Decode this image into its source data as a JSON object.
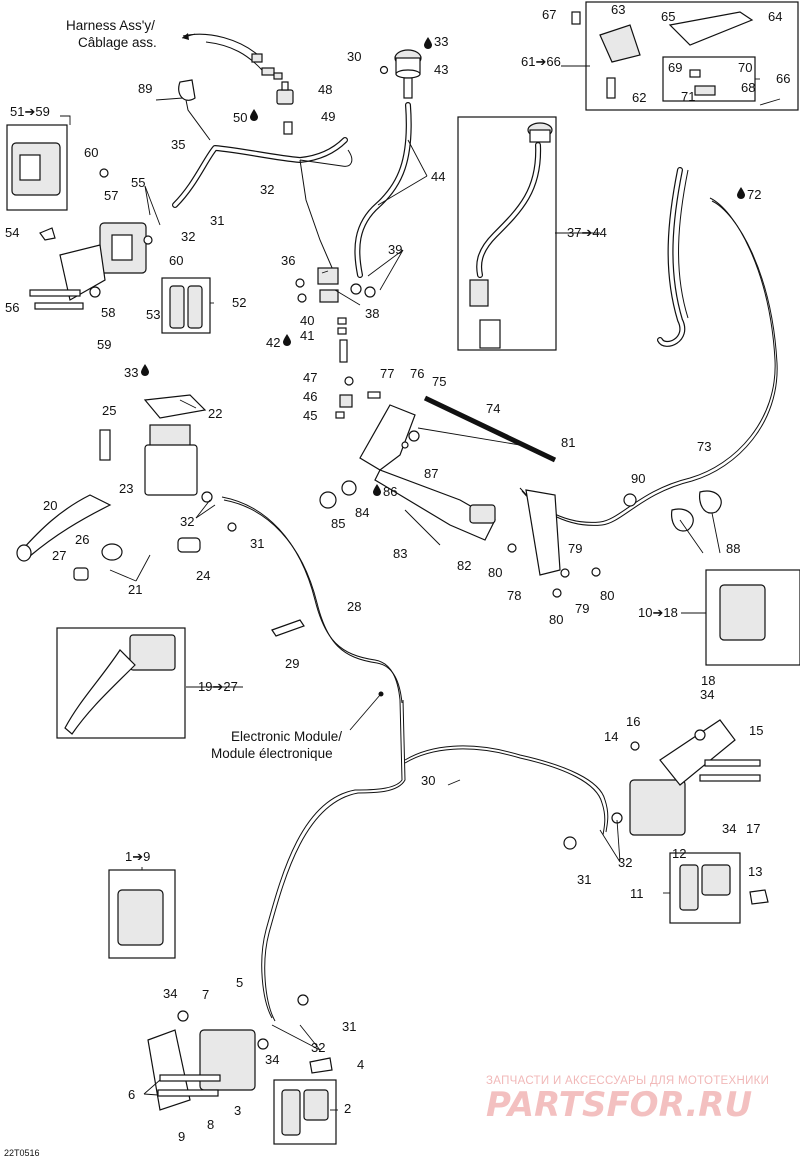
{
  "figure_code": "22T0516",
  "captions": {
    "harness_line1": "Harness Ass'y/",
    "harness_line2": "Câblage ass.",
    "module_line1": "Electronic Module/",
    "module_line2": "Module électronique"
  },
  "ranges": {
    "r51_59": "51➔59",
    "r61_66": "61➔66",
    "r37_44": "37➔44",
    "r10_18": "10➔18",
    "r19_27": "19➔27",
    "r1_9": "1➔9"
  },
  "glued_callouts": {
    "c33a": "33",
    "c50": "50",
    "c42": "42",
    "c33b": "33",
    "c86": "86",
    "c72": "72"
  },
  "callouts": {
    "n2": "2",
    "n3": "3",
    "n4": "4",
    "n5": "5",
    "n6": "6",
    "n7": "7",
    "n8": "8",
    "n9": "9",
    "n11": "11",
    "n12": "12",
    "n13": "13",
    "n14": "14",
    "n15": "15",
    "n16": "16",
    "n17": "17",
    "n18": "18",
    "n20": "20",
    "n21": "21",
    "n22": "22",
    "n23": "23",
    "n24": "24",
    "n25": "25",
    "n26": "26",
    "n27": "27",
    "n28": "28",
    "n29": "29",
    "n30a": "30",
    "n30b": "30",
    "n31a": "31",
    "n31b": "31",
    "n31c": "31",
    "n31d": "31",
    "n32a": "32",
    "n32b": "32",
    "n32c": "32",
    "n32d": "32",
    "n32e": "32",
    "n34a": "34",
    "n34b": "34",
    "n34c": "34",
    "n34d": "34",
    "n35": "35",
    "n36": "36",
    "n38": "38",
    "n39": "39",
    "n40": "40",
    "n41": "41",
    "n43": "43",
    "n44": "44",
    "n45": "45",
    "n46": "46",
    "n47": "47",
    "n48": "48",
    "n49": "49",
    "n52": "52",
    "n53": "53",
    "n54": "54",
    "n55": "55",
    "n56": "56",
    "n57": "57",
    "n58": "58",
    "n59": "59",
    "n60a": "60",
    "n60b": "60",
    "n62": "62",
    "n63": "63",
    "n64": "64",
    "n65": "65",
    "n66": "66",
    "n67": "67",
    "n68": "68",
    "n69": "69",
    "n70": "70",
    "n71": "71",
    "n73": "73",
    "n74": "74",
    "n75": "75",
    "n76": "76",
    "n77": "77",
    "n78": "78",
    "n79a": "79",
    "n79b": "79",
    "n80a": "80",
    "n80b": "80",
    "n80c": "80",
    "n81": "81",
    "n82": "82",
    "n83": "83",
    "n84": "84",
    "n85": "85",
    "n87": "87",
    "n88": "88",
    "n89": "89",
    "n90": "90"
  },
  "watermark": {
    "tagline": "ЗАПЧАСТИ И АКСЕССУАРЫ ДЛЯ МОТОТЕХНИКИ",
    "brand": "PARTSFOR.RU"
  }
}
